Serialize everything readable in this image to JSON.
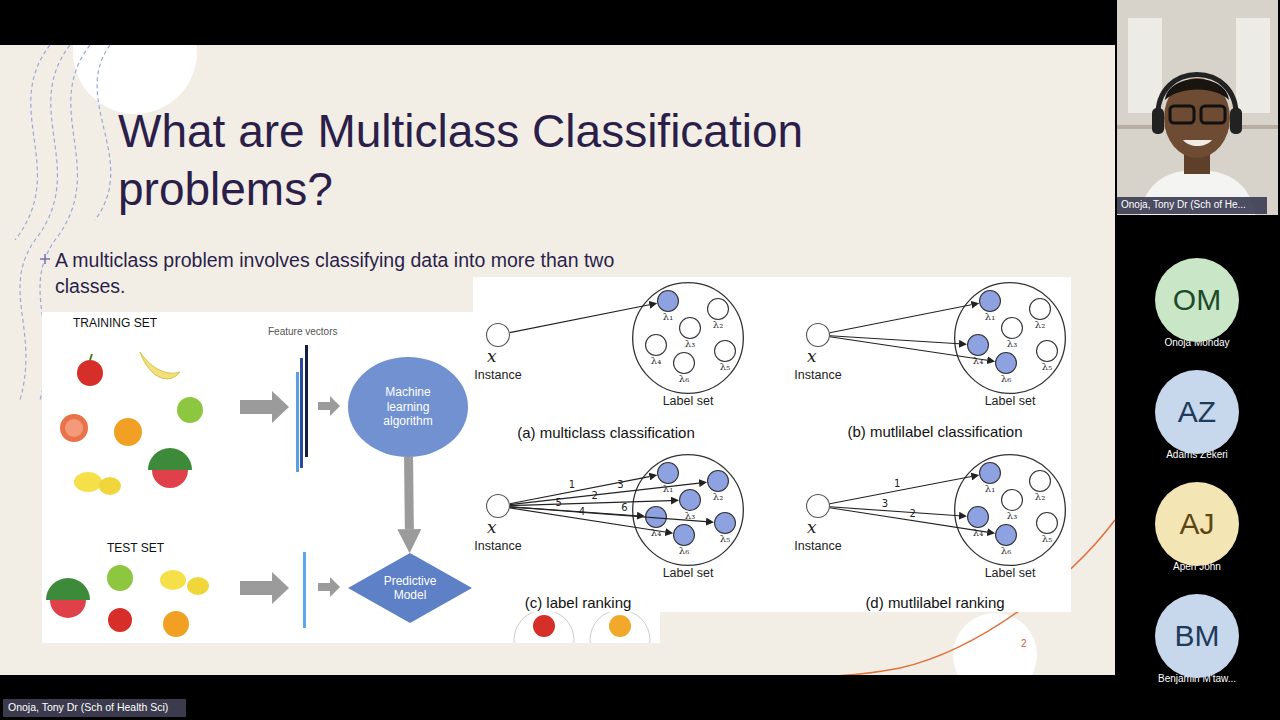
{
  "diagram": {
    "title": "What are Multiclass Classification problems?",
    "nodes": [
      {
        "text": [
          "Machine learning algorithm"
        ]
      },
      {
        "text": [
          "Predictive Model"
        ]
      },
      {
        "text": [
          "x",
          "Instance"
        ]
      },
      {
        "text": [
          "Label set"
        ]
      },
      {
        "text": [
          "λ₁"
        ],
        "in": 3
      },
      {
        "text": [
          "λ₂"
        ],
        "in": 3
      },
      {
        "text": [
          "λ₃"
        ],
        "in": 3
      },
      {
        "text": [
          "λ₄"
        ],
        "in": 3
      },
      {
        "text": [
          "λ₅"
        ],
        "in": 3
      },
      {
        "text": [
          "λ₆"
        ],
        "in": 3
      },
      {
        "text": [
          "x",
          "Instance"
        ]
      },
      {
        "text": [
          "Label set"
        ]
      },
      {
        "text": [
          "λ₁"
        ],
        "in": 11
      },
      {
        "text": [
          "λ₂"
        ],
        "in": 11
      },
      {
        "text": [
          "λ₃"
        ],
        "in": 11
      },
      {
        "text": [
          "λ₄"
        ],
        "in": 11
      },
      {
        "text": [
          "λ₅"
        ],
        "in": 11
      },
      {
        "text": [
          "λ₆"
        ],
        "in": 11
      },
      {
        "text": [
          "x",
          "Instance"
        ]
      },
      {
        "text": [
          "Label set"
        ]
      },
      {
        "text": [
          "λ₁"
        ],
        "in": 19
      },
      {
        "text": [
          "λ₂"
        ],
        "in": 19
      },
      {
        "text": [
          "λ₃"
        ],
        "in": 19
      },
      {
        "text": [
          "λ₄"
        ],
        "in": 19
      },
      {
        "text": [
          "λ₅"
        ],
        "in": 19
      },
      {
        "text": [
          "λ₆"
        ],
        "in": 19
      },
      {
        "text": [
          "x",
          "Instance"
        ]
      },
      {
        "text": [
          "Label set"
        ]
      },
      {
        "text": [
          "λ₁"
        ],
        "in": 27
      },
      {
        "text": [
          "λ₂"
        ],
        "in": 27
      },
      {
        "text": [
          "λ₃"
        ],
        "in": 27
      },
      {
        "text": [
          "λ₄"
        ],
        "in": 27
      },
      {
        "text": [
          "λ₅"
        ],
        "in": 27
      },
      {
        "text": [
          "λ₆"
        ],
        "in": 27
      },
      {
        "text": [
          "OM"
        ]
      },
      {
        "text": [
          "AZ"
        ]
      },
      {
        "text": [
          "AJ"
        ]
      },
      {
        "text": [
          "BM"
        ]
      }
    ],
    "edges": [
      {
        "from": 0,
        "to": 1,
        "arrow": "to"
      },
      {
        "from": 2,
        "to": 4,
        "arrow": "to"
      },
      {
        "from": 10,
        "to": 12,
        "arrow": "to"
      },
      {
        "from": 10,
        "to": 15,
        "arrow": "to"
      },
      {
        "from": 10,
        "to": 17,
        "arrow": "to"
      },
      {
        "from": 18,
        "to": 20,
        "label": "1",
        "arrow": "to"
      },
      {
        "from": 18,
        "to": 21,
        "label": "3",
        "arrow": "to"
      },
      {
        "from": 18,
        "to": 22,
        "label": "2",
        "arrow": "to"
      },
      {
        "from": 18,
        "to": 23,
        "label": "5",
        "arrow": "to"
      },
      {
        "from": 18,
        "to": 24,
        "label": "6",
        "arrow": "to"
      },
      {
        "from": 18,
        "to": 25,
        "label": "4",
        "arrow": "to"
      },
      {
        "from": 26,
        "to": 28,
        "label": "1",
        "arrow": "to"
      },
      {
        "from": 26,
        "to": 31,
        "label": "3",
        "arrow": "to"
      },
      {
        "from": 26,
        "to": 33,
        "label": "2",
        "arrow": "to"
      }
    ],
    "labels": [
      "A multiclass problem involves classifying data into more than two classes.",
      "TRAINING SET",
      "Feature vectors",
      "TEST SET",
      "(a) multiclass classification",
      "(b) mutlilabel classification",
      "(c) label ranking",
      "(d) mutlilabel ranking",
      "2",
      "Onoja, Tony Dr (Sch of He...",
      "Onoja Monday",
      "Adams Zekeri",
      "Apeh John",
      "Benjamin M'taw...",
      "Onoja, Tony Dr (Sch of Health Sci)"
    ]
  }
}
